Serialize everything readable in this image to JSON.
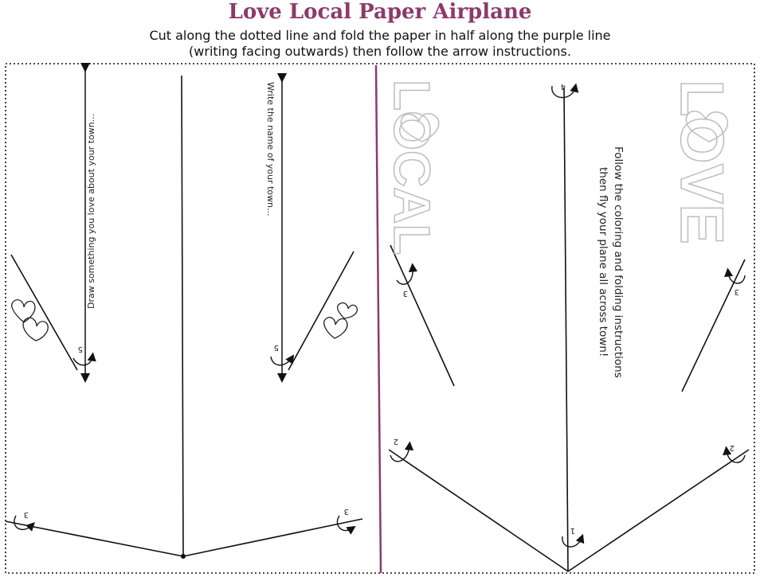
{
  "title": "Love Local Paper Airplane",
  "instructions": {
    "line1": "Cut along the dotted line and fold the paper in half along the purple line",
    "line2": "(writing facing outwards) then follow the arrow instructions."
  },
  "left_panel": {
    "draw_prompt": "Draw something you love about your town...",
    "town_prompt": "Write the name of your town..."
  },
  "right_panel": {
    "word_local": "LOCAL",
    "word_love": "LOVE",
    "instruction_line1": "Follow the coloring and folding instructions",
    "instruction_line2": "then fly your plane all across town!"
  },
  "fold_numbers": {
    "n1": "1",
    "n2": "2",
    "n3": "3",
    "n4": "4",
    "n5": "5"
  },
  "colors": {
    "title": "#8c3a6b",
    "fold_line": "#8c3a6b",
    "ink": "#111111",
    "outline_letters": "#bdbdbd"
  }
}
